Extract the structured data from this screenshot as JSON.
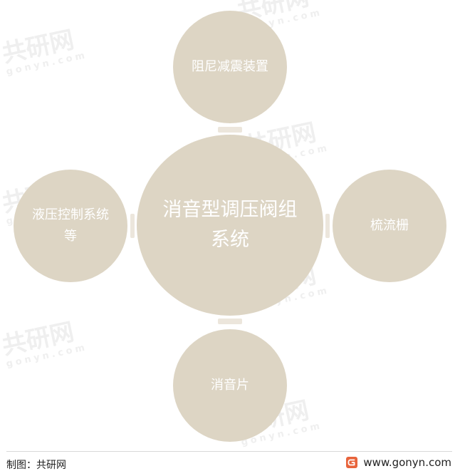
{
  "diagram": {
    "center": "消音型调压阀组系统",
    "nodes": {
      "top": "阻尼减震装置",
      "left": "液压控制系统等",
      "right": "梳流栅",
      "bottom": "消音片"
    }
  },
  "footer": {
    "credit": "制图：共研网",
    "website": "www.gonyn.com"
  },
  "watermark": {
    "text": "共研网",
    "domain": "gonyn.com"
  },
  "colors": {
    "node_fill": "#ddd5c4",
    "arrow_fill": "#ece6dc",
    "node_text": "#ffffff",
    "logo": "#e8643c"
  }
}
